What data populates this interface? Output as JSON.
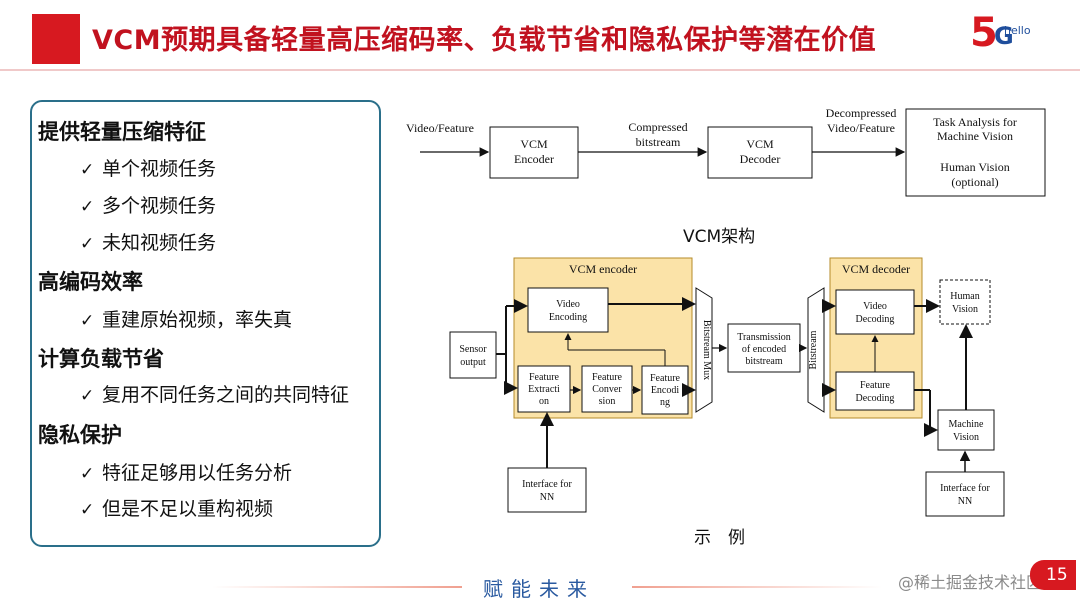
{
  "header": {
    "title": "VCM预期具备轻量高压缩码率、负载节省和隐私保护等潜在价值",
    "logo_digit": "5",
    "logo_letter": "G",
    "logo_word": "hello"
  },
  "left_panel": {
    "sections": [
      {
        "heading": "提供轻量压缩特征",
        "items": [
          "单个视频任务",
          "多个视频任务",
          "未知视频任务"
        ]
      },
      {
        "heading": "高编码效率",
        "items": [
          "重建原始视频，率失真"
        ]
      },
      {
        "heading": "计算负载节省",
        "items": [
          "复用不同任务之间的共同特征"
        ]
      },
      {
        "heading": "隐私保护",
        "items": [
          "特征足够用以任务分析",
          "但是不足以重构视频"
        ]
      }
    ],
    "check_symbol": "✓"
  },
  "top_diagram": {
    "input_label": "Video/Feature",
    "encoder_line1": "VCM",
    "encoder_line2": "Encoder",
    "compressed_line1": "Compressed",
    "compressed_line2": "bitstream",
    "decoder_line1": "VCM",
    "decoder_line2": "Decoder",
    "decompressed_line1": "Decompressed",
    "decompressed_line2": "Video/Feature",
    "task_line1": "Task Analysis for",
    "task_line2": "Machine Vision",
    "human_line1": "Human Vision",
    "human_line2": "(optional)",
    "caption": "VCM架构"
  },
  "bottom_diagram": {
    "encoder_title": "VCM encoder",
    "decoder_title": "VCM decoder",
    "sensor_line1": "Sensor",
    "sensor_line2": "output",
    "video_enc_line1": "Video",
    "video_enc_line2": "Encoding",
    "fe_line1": "Feature",
    "fe_line2": "Extracti",
    "fe_line3": "on",
    "fc_line1": "Feature",
    "fc_line2": "Conver",
    "fc_line3": "sion",
    "fenc_line1": "Feature",
    "fenc_line2": "Encodi",
    "fenc_line3": "ng",
    "mux": "Bitstream Mux",
    "trans_line1": "Transmission",
    "trans_line2": "of encoded",
    "trans_line3": "bitstream",
    "demux": "Bitstream",
    "video_dec_line1": "Video",
    "video_dec_line2": "Decoding",
    "feat_dec_line1": "Feature",
    "feat_dec_line2": "Decoding",
    "human_line1": "Human",
    "human_line2": "Vision",
    "machine_line1": "Machine",
    "machine_line2": "Vision",
    "nn_line1": "Interface for",
    "nn_line2": "NN",
    "caption": "示　例"
  },
  "footer": {
    "slogan": "赋能未来",
    "watermark": "@稀土掘金技术社区",
    "page_number": "15"
  },
  "colors": {
    "brand_red": "#d71920",
    "title_red": "#c1121f",
    "box_border": "#2a6f8a",
    "encoder_fill": "#fbe3a8",
    "footer_blue": "#2a5aa0"
  }
}
